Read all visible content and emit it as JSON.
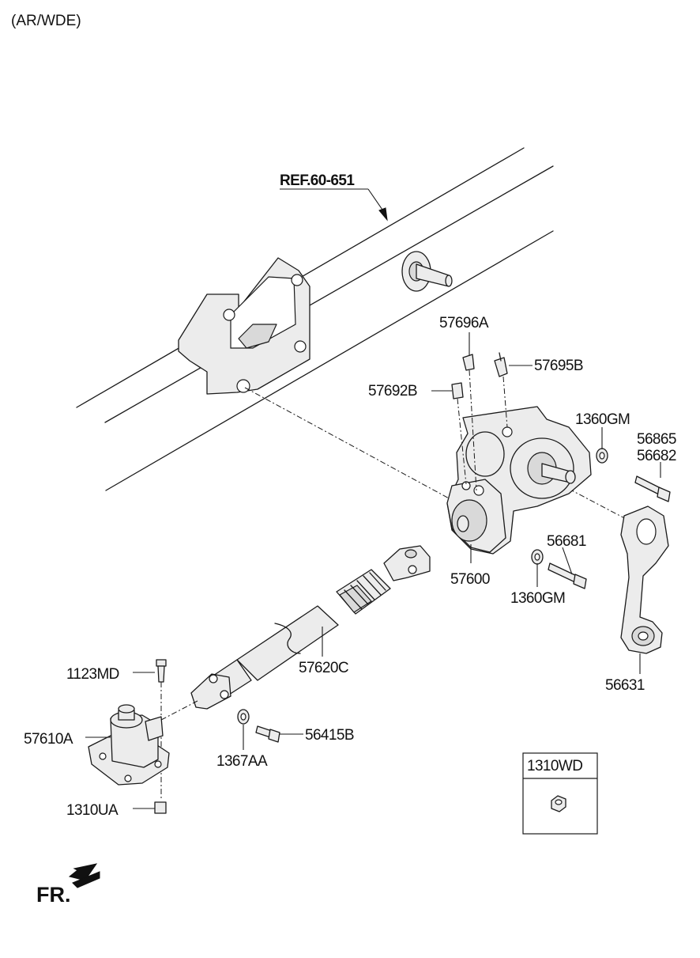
{
  "header": {
    "variant": "(AR/WDE)"
  },
  "reference": {
    "label": "REF.60-651"
  },
  "direction": {
    "label": "FR."
  },
  "parts": {
    "p57696A": "57696A",
    "p57695B": "57695B",
    "p57692B": "57692B",
    "p1360GM_top": "1360GM",
    "p56865": "56865",
    "p56682": "56682",
    "p56681": "56681",
    "p57600": "57600",
    "p1360GM_bottom": "1360GM",
    "p57620C": "57620C",
    "p56631": "56631",
    "p1123MD": "1123MD",
    "p57610A": "57610A",
    "p56415B": "56415B",
    "p1367AA": "1367AA",
    "p1310UA": "1310UA",
    "p1310WD": "1310WD"
  }
}
